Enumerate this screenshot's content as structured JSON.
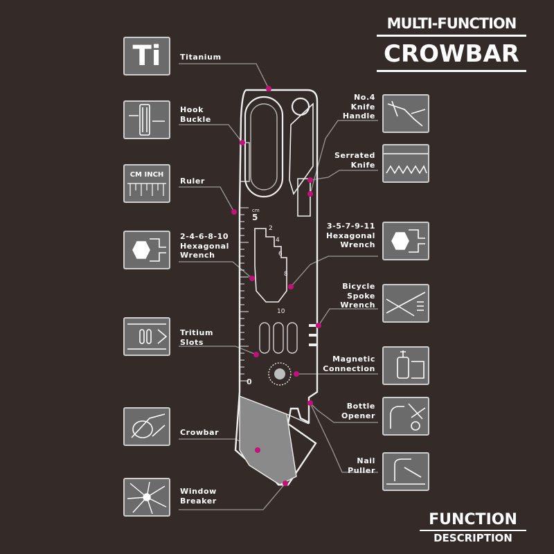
{
  "title": {
    "line1": "MULTI-FUNCTION",
    "line2": "CROWBAR"
  },
  "footer": {
    "line1": "FUNCTION",
    "line2": "DESCRIPTION"
  },
  "colors": {
    "background": "#342b29",
    "accent": "#c4117a",
    "icon_bg": "#6b6b6b",
    "line": "#cfcfcf"
  },
  "features": {
    "left": [
      {
        "key": "titanium",
        "lines": [
          "Titanium"
        ],
        "icon": "titanium-icon",
        "icon_text": "Ti"
      },
      {
        "key": "hook-buckle",
        "lines": [
          "Hook",
          "Buckle"
        ],
        "icon": "hook-buckle-icon"
      },
      {
        "key": "ruler",
        "lines": [
          "Ruler"
        ],
        "icon": "ruler-icon",
        "icon_text": "CM INCH"
      },
      {
        "key": "hex-wrench-even",
        "lines": [
          "2-4-6-8-10",
          "Hexagonal",
          "Wrench"
        ],
        "icon": "hex-wrench-icon"
      },
      {
        "key": "tritium-slots",
        "lines": [
          "Tritium",
          "Slots"
        ],
        "icon": "tritium-slots-icon"
      },
      {
        "key": "crowbar",
        "lines": [
          "Crowbar"
        ],
        "icon": "crowbar-icon"
      },
      {
        "key": "window-breaker",
        "lines": [
          "Window",
          "Breaker"
        ],
        "icon": "window-breaker-icon"
      }
    ],
    "right": [
      {
        "key": "knife-handle",
        "lines": [
          "No.4",
          "Knife",
          "Handle"
        ],
        "icon": "knife-handle-icon"
      },
      {
        "key": "serrated-knife",
        "lines": [
          "Serrated",
          "Knife"
        ],
        "icon": "serrated-knife-icon"
      },
      {
        "key": "hex-wrench-odd",
        "lines": [
          "3-5-7-9-11",
          "Hexagonal",
          "Wrench"
        ],
        "icon": "hex-wrench-icon"
      },
      {
        "key": "spoke-wrench",
        "lines": [
          "Bicycle",
          "Spoke",
          "Wrench"
        ],
        "icon": "spoke-wrench-icon"
      },
      {
        "key": "magnetic",
        "lines": [
          "Magnetic",
          "Connection"
        ],
        "icon": "magnet-icon"
      },
      {
        "key": "bottle-opener",
        "lines": [
          "Bottle",
          "Opener"
        ],
        "icon": "bottle-opener-icon"
      },
      {
        "key": "nail-puller",
        "lines": [
          "Nail",
          "Puller"
        ],
        "icon": "nail-puller-icon"
      }
    ]
  },
  "tool_markings": {
    "ruler_numbers": [
      "0",
      "5"
    ],
    "ruler_unit": "cm",
    "hex_even_sizes": [
      "2",
      "4",
      "6",
      "8",
      "10"
    ]
  }
}
